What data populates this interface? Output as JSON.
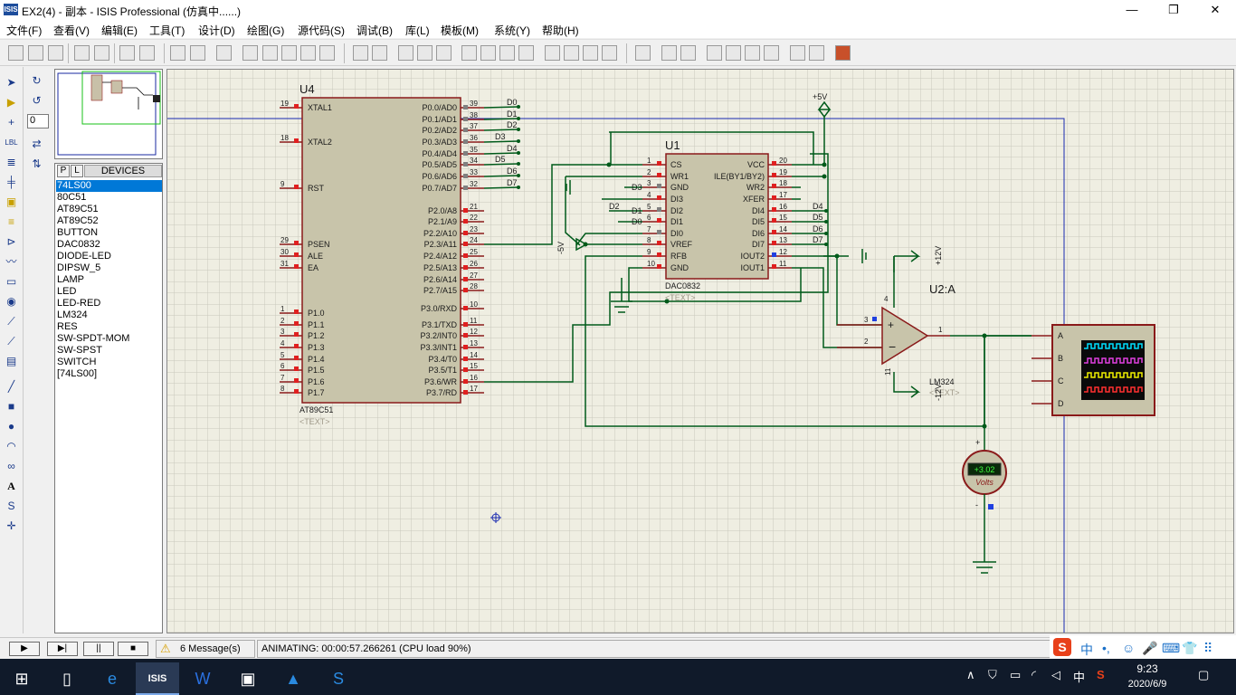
{
  "window": {
    "title": "EX2(4) - 副本 - ISIS Professional (仿真中......)",
    "logo": "ISIS",
    "minimize": "—",
    "maximize": "❐",
    "close": "✕"
  },
  "menu": [
    "文件(F)",
    "查看(V)",
    "编辑(E)",
    "工具(T)",
    "设计(D)",
    "绘图(G)",
    "源代码(S)",
    "调试(B)",
    "库(L)",
    "模板(M)",
    "系统(Y)",
    "帮助(H)"
  ],
  "rotation": {
    "angle": "0"
  },
  "device_panel": {
    "tab_p": "P",
    "tab_l": "L",
    "header": "DEVICES",
    "items": [
      "74LS00",
      "80C51",
      "AT89C51",
      "AT89C52",
      "BUTTON",
      "DAC0832",
      "DIODE-LED",
      "DIPSW_5",
      "LAMP",
      "LED",
      "LED-RED",
      "LM324",
      "RES",
      "SW-SPDT-MOM",
      "SW-SPST",
      "SWITCH",
      "[74LS00]"
    ],
    "selected": "74LS00"
  },
  "schematic": {
    "u4": {
      "ref": "U4",
      "part": "AT89C51",
      "text": "<TEXT>",
      "left_pins": [
        {
          "n": "19",
          "name": "XTAL1"
        },
        {
          "n": "18",
          "name": "XTAL2"
        },
        {
          "n": "9",
          "name": "RST"
        },
        {
          "n": "29",
          "name": "PSEN"
        },
        {
          "n": "30",
          "name": "ALE"
        },
        {
          "n": "31",
          "name": "EA"
        },
        {
          "n": "1",
          "name": "P1.0"
        },
        {
          "n": "2",
          "name": "P1.1"
        },
        {
          "n": "3",
          "name": "P1.2"
        },
        {
          "n": "4",
          "name": "P1.3"
        },
        {
          "n": "5",
          "name": "P1.4"
        },
        {
          "n": "6",
          "name": "P1.5"
        },
        {
          "n": "7",
          "name": "P1.6"
        },
        {
          "n": "8",
          "name": "P1.7"
        }
      ],
      "right_pins": [
        {
          "n": "39",
          "name": "P0.0/AD0"
        },
        {
          "n": "38",
          "name": "P0.1/AD1"
        },
        {
          "n": "37",
          "name": "P0.2/AD2"
        },
        {
          "n": "36",
          "name": "P0.3/AD3"
        },
        {
          "n": "35",
          "name": "P0.4/AD4"
        },
        {
          "n": "34",
          "name": "P0.5/AD5"
        },
        {
          "n": "33",
          "name": "P0.6/AD6"
        },
        {
          "n": "32",
          "name": "P0.7/AD7"
        },
        {
          "n": "21",
          "name": "P2.0/A8"
        },
        {
          "n": "22",
          "name": "P2.1/A9"
        },
        {
          "n": "23",
          "name": "P2.2/A10"
        },
        {
          "n": "24",
          "name": "P2.3/A11"
        },
        {
          "n": "25",
          "name": "P2.4/A12"
        },
        {
          "n": "26",
          "name": "P2.5/A13"
        },
        {
          "n": "27",
          "name": "P2.6/A14"
        },
        {
          "n": "28",
          "name": "P2.7/A15"
        },
        {
          "n": "10",
          "name": "P3.0/RXD"
        },
        {
          "n": "11",
          "name": "P3.1/TXD"
        },
        {
          "n": "12",
          "name": "P3.2/INT0"
        },
        {
          "n": "13",
          "name": "P3.3/INT1"
        },
        {
          "n": "14",
          "name": "P3.4/T0"
        },
        {
          "n": "15",
          "name": "P3.5/T1"
        },
        {
          "n": "16",
          "name": "P3.6/WR"
        },
        {
          "n": "17",
          "name": "P3.7/RD"
        }
      ],
      "bus_labels": [
        "D0",
        "D1",
        "D2",
        "D3",
        "D4",
        "D5",
        "D6",
        "D7"
      ]
    },
    "u1": {
      "ref": "U1",
      "part": "DAC0832",
      "text": "<TEXT>",
      "left_pins": [
        {
          "n": "1",
          "name": "CS"
        },
        {
          "n": "2",
          "name": "WR1"
        },
        {
          "n": "3",
          "name": "GND"
        },
        {
          "n": "4",
          "name": "DI3"
        },
        {
          "n": "5",
          "name": "DI2"
        },
        {
          "n": "6",
          "name": "DI1"
        },
        {
          "n": "7",
          "name": "DI0"
        },
        {
          "n": "8",
          "name": "VREF"
        },
        {
          "n": "9",
          "name": "RFB"
        },
        {
          "n": "10",
          "name": "GND"
        }
      ],
      "right_pins": [
        {
          "n": "20",
          "name": "VCC"
        },
        {
          "n": "19",
          "name": "ILE(BY1/BY2)"
        },
        {
          "n": "18",
          "name": "WR2"
        },
        {
          "n": "17",
          "name": "XFER"
        },
        {
          "n": "16",
          "name": "DI4"
        },
        {
          "n": "15",
          "name": "DI5"
        },
        {
          "n": "14",
          "name": "DI6"
        },
        {
          "n": "13",
          "name": "DI7"
        },
        {
          "n": "12",
          "name": "IOUT2"
        },
        {
          "n": "11",
          "name": "IOUT1"
        }
      ],
      "left_labels": [
        "D3",
        "D2",
        "D1",
        "D0"
      ],
      "right_labels": [
        "D4",
        "D5",
        "D6",
        "D7"
      ]
    },
    "u2": {
      "ref": "U2:A",
      "part": "LM324",
      "text": "<TEXT>",
      "pins": [
        "4",
        "3",
        "2",
        "11",
        "1"
      ]
    },
    "power": {
      "vcc": "+5V",
      "vneg": "-5V",
      "vpos12": "+12V",
      "vneg12": "-12V"
    },
    "voltmeter": {
      "value": "+3.02",
      "unit": "Volts",
      "plus": "+",
      "minus": "-"
    },
    "scope": {
      "channels": [
        "A",
        "B",
        "C",
        "D"
      ],
      "trace_colors": [
        "#00e0ff",
        "#e040e0",
        "#f0f000",
        "#ff3030"
      ]
    }
  },
  "status": {
    "play": "▶",
    "step": "▶|",
    "pause": "||",
    "stop": "■",
    "messages": "6 Message(s)",
    "animating": "ANIMATING: 00:00:57.266261 (CPU load 90%)"
  },
  "ime": {
    "logo": "S",
    "lang": "中",
    "items": [
      "•,",
      "☺",
      "🎤",
      "⌨",
      "👕",
      "⠿"
    ]
  },
  "taskbar": {
    "time": "9:23",
    "date": "2020/6/9",
    "tray_lang": "中",
    "tray_s": "S"
  }
}
